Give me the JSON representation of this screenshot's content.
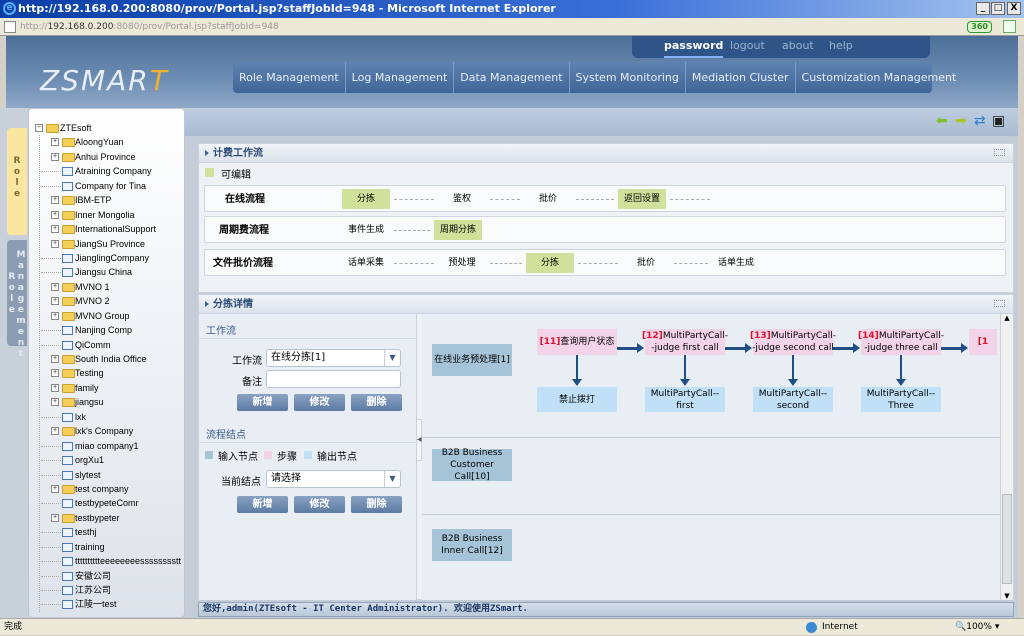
{
  "window": {
    "title": "http://192.168.0.200:8080/prov/Portal.jsp?staffJobId=948 - Microsoft Internet Explorer",
    "min": "_",
    "max": "□",
    "close": "X"
  },
  "address": {
    "prefix": "http://",
    "host": "192.168.0.200",
    "rest": ":8080/prov/Portal.jsp?staffJobId=948",
    "badge": "360"
  },
  "header": {
    "logo": "ZSMART",
    "toplinks": [
      "password",
      "logout",
      "about",
      "help"
    ],
    "nav": [
      "Role Management",
      "Log Management",
      "Data Management",
      "System Monitoring",
      "Mediation Cluster",
      "Customization Management"
    ]
  },
  "lefttabs": {
    "role": "Role",
    "role_management": "Role Management"
  },
  "tree": {
    "root": "ZTEsoft",
    "items": [
      {
        "label": "AloongYuan",
        "type": "folder"
      },
      {
        "label": "Anhui Province",
        "type": "folder"
      },
      {
        "label": "Atraining Company",
        "type": "leaf"
      },
      {
        "label": "Company for Tina",
        "type": "leaf"
      },
      {
        "label": "IBM-ETP",
        "type": "folder"
      },
      {
        "label": "Inner Mongolia",
        "type": "folder"
      },
      {
        "label": "InternationalSupport",
        "type": "folder"
      },
      {
        "label": "JiangSu Province",
        "type": "folder"
      },
      {
        "label": "JianglingCompany",
        "type": "leaf"
      },
      {
        "label": "Jiangsu China",
        "type": "leaf"
      },
      {
        "label": "MVNO 1",
        "type": "folder"
      },
      {
        "label": "MVNO 2",
        "type": "folder"
      },
      {
        "label": "MVNO Group",
        "type": "folder"
      },
      {
        "label": "Nanjing Comp",
        "type": "leaf"
      },
      {
        "label": "QiComm",
        "type": "leaf"
      },
      {
        "label": "South India Office",
        "type": "folder"
      },
      {
        "label": "Testing",
        "type": "folder"
      },
      {
        "label": "family",
        "type": "folder"
      },
      {
        "label": "jiangsu",
        "type": "folder"
      },
      {
        "label": "lxk",
        "type": "leaf"
      },
      {
        "label": "lxk's Company",
        "type": "folder"
      },
      {
        "label": "miao company1",
        "type": "leaf"
      },
      {
        "label": "orgXu1",
        "type": "leaf"
      },
      {
        "label": "slytest",
        "type": "leaf"
      },
      {
        "label": "test company",
        "type": "folder"
      },
      {
        "label": "testbypeteComr",
        "type": "leaf"
      },
      {
        "label": "testbypeter",
        "type": "folder"
      },
      {
        "label": "testhj",
        "type": "leaf"
      },
      {
        "label": "training",
        "type": "leaf"
      },
      {
        "label": "tttttttttteeeeeeeesssssssstt",
        "type": "leaf"
      },
      {
        "label": "安徽公司",
        "type": "leaf"
      },
      {
        "label": "江苏公司",
        "type": "leaf"
      },
      {
        "label": "江陵一test",
        "type": "leaf"
      }
    ]
  },
  "toolbar": {
    "icons": [
      "back-arrow-icon",
      "forward-arrow-icon",
      "refresh-icon",
      "save-icon"
    ]
  },
  "billing": {
    "title": "计费工作流",
    "legend": "可编辑",
    "accent": "#cfe19a",
    "rows": [
      {
        "name": "在线流程",
        "steps": [
          "分拣",
          "鉴权",
          "批价",
          "返回设置"
        ],
        "editable": [
          true,
          false,
          false,
          true
        ]
      },
      {
        "name": "周期费流程",
        "steps": [
          "事件生成",
          "周期分拣"
        ],
        "editable": [
          false,
          true
        ]
      },
      {
        "name": "文件批价流程",
        "steps": [
          "话单采集",
          "预处理",
          "分拣",
          "批价",
          "话单生成"
        ],
        "editable": [
          false,
          false,
          true,
          false,
          false
        ]
      }
    ]
  },
  "detail": {
    "title": "分拣详情",
    "workflow": {
      "section": "工作流",
      "label": "工作流",
      "value": "在线分拣[1]",
      "remark_label": "备注",
      "remark": "",
      "add": "新增",
      "edit": "修改",
      "del": "删除"
    },
    "nodes": {
      "section": "流程结点",
      "legend": [
        "输入节点",
        "步骤",
        "输出节点"
      ],
      "current_label": "当前结点",
      "current": "请选择",
      "add": "新增",
      "edit": "修改",
      "del": "删除"
    },
    "flow": {
      "inputs": [
        "在线业务预处理[1]",
        "B2B Business Customer Call[10]",
        "B2B Business Inner Call[12]"
      ],
      "steps": [
        {
          "id": "[11]",
          "name": "查询用户状态",
          "out": "禁止拨打"
        },
        {
          "id": "[12]",
          "name": "MultiPartyCall--judge first call",
          "out": "MultiPartyCall--first"
        },
        {
          "id": "[13]",
          "name": "MultiPartyCall--judge second call",
          "out": "MultiPartyCall--second"
        },
        {
          "id": "[14]",
          "name": "MultiPartyCall--judge three call",
          "out": "MultiPartyCall--Three"
        },
        {
          "id": "[1",
          "name": "",
          "out": ""
        }
      ]
    }
  },
  "welcome": "您好,admin(ZTEsoft - IT Center Administrator). 欢迎使用ZSmart.",
  "iestatus": {
    "left": "完成",
    "zone": "Internet",
    "zoom": "100%"
  }
}
